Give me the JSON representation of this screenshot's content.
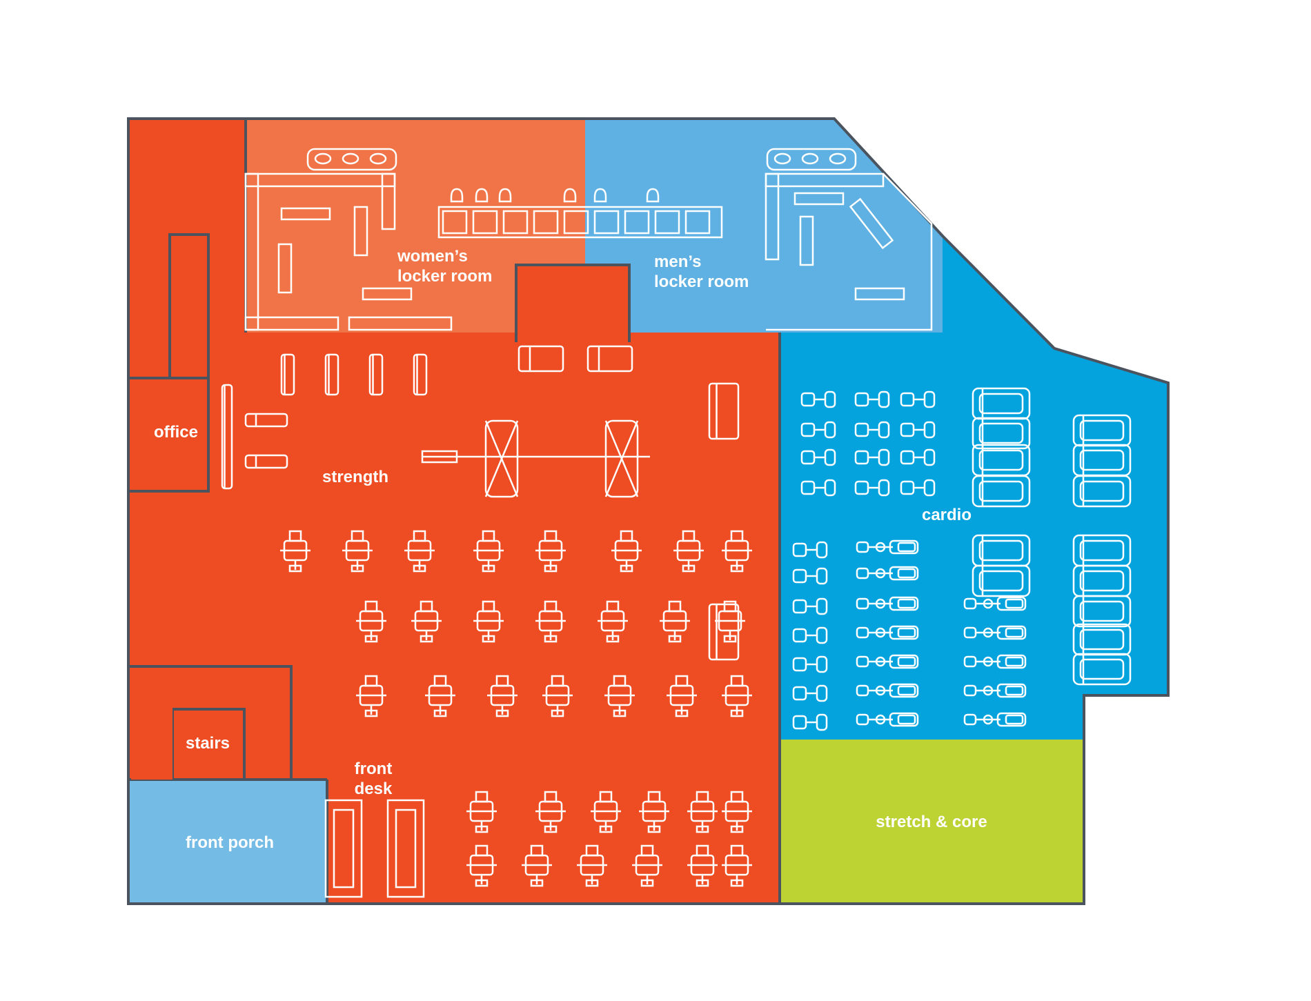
{
  "colors": {
    "strength": "#ee4d23",
    "womens_locker": "#f07447",
    "mens_locker": "#5eb1e2",
    "cardio": "#05a3dd",
    "stretch": "#bcd333",
    "porch": "#74bbe6",
    "wall": "#4b545e",
    "equipment": "#ffffff"
  },
  "rooms": {
    "womens_locker": {
      "line1": "women’s",
      "line2": "locker room"
    },
    "mens_locker": {
      "line1": "men’s",
      "line2": "locker room"
    },
    "office": "office",
    "strength": "strength",
    "cardio": "cardio",
    "stairs": "stairs",
    "front_desk": {
      "line1": "front",
      "line2": "desk"
    },
    "front_porch": "front porch",
    "stretch_core": "stretch & core"
  },
  "equipment_icons": {
    "treadmill": "treadmill-icon",
    "elliptical": "elliptical-icon",
    "bike": "exercise-bike-icon",
    "machine": "strength-machine-icon",
    "bench": "bench-icon",
    "sink": "sink-icon",
    "toilet": "toilet-icon",
    "locker": "locker-icon"
  }
}
